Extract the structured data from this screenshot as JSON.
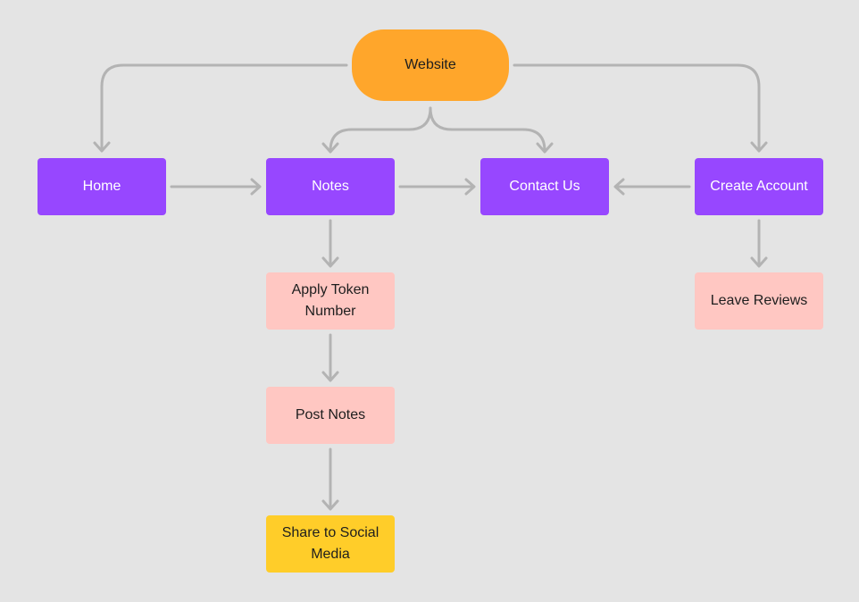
{
  "diagram": {
    "colors": {
      "background": "#e4e4e4",
      "connector": "#b3b3b3",
      "root_node": "#ffa62b",
      "page_node": "#9747ff",
      "step_node": "#ffc7c2",
      "final_node": "#ffcd29"
    },
    "nodes": {
      "website": "Website",
      "home": "Home",
      "notes": "Notes",
      "contact_us": "Contact Us",
      "create_account": "Create Account",
      "apply_token_number": "Apply Token Number",
      "leave_reviews": "Leave Reviews",
      "post_notes": "Post Notes",
      "share_to_social_media": "Share to Social Media"
    },
    "edges": [
      {
        "from": "website",
        "to": "home"
      },
      {
        "from": "website",
        "to": "notes"
      },
      {
        "from": "website",
        "to": "contact_us"
      },
      {
        "from": "website",
        "to": "create_account"
      },
      {
        "from": "home",
        "to": "notes"
      },
      {
        "from": "notes",
        "to": "contact_us"
      },
      {
        "from": "create_account",
        "to": "contact_us"
      },
      {
        "from": "notes",
        "to": "apply_token_number"
      },
      {
        "from": "apply_token_number",
        "to": "post_notes"
      },
      {
        "from": "post_notes",
        "to": "share_to_social_media"
      },
      {
        "from": "create_account",
        "to": "leave_reviews"
      }
    ]
  }
}
